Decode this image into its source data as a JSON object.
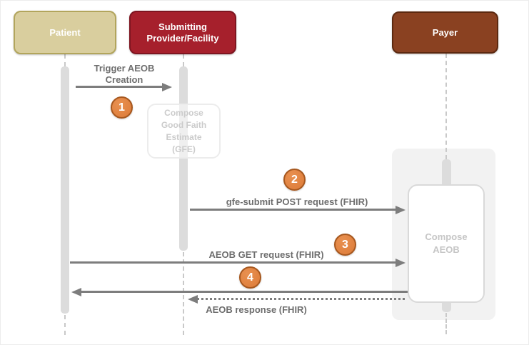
{
  "diagram_type": "sequence",
  "actors": [
    {
      "id": "patient",
      "label": "Patient"
    },
    {
      "id": "provider",
      "label": "Submitting Provider/Facility"
    },
    {
      "id": "payer",
      "label": "Payer"
    }
  ],
  "messages": [
    {
      "step": "1",
      "label": "Trigger AEOB Creation",
      "from": "Patient",
      "to": "Submitting Provider/Facility",
      "line": "solid"
    },
    {
      "step": "2",
      "label": "gfe-submit POST request (FHIR)",
      "from": "Submitting Provider/Facility",
      "to": "Payer",
      "line": "solid"
    },
    {
      "step": "3",
      "label": "AEOB GET request (FHIR)",
      "from": "Patient",
      "to": "Payer",
      "line": "solid"
    },
    {
      "step": "4",
      "label": "AEOB response (FHIR)",
      "from": "Payer",
      "to": "Patient / Submitting Provider/Facility",
      "line": "solid + dotted"
    }
  ],
  "processes": [
    {
      "actor": "Submitting Provider/Facility",
      "label": "Compose Good Faith Estimate (GFE)"
    },
    {
      "actor": "Payer",
      "label": "Compose AEOB"
    }
  ],
  "colors": {
    "patient-fill": "#d9ce9e",
    "patient-border": "#b2a55c",
    "provider-fill": "#a6202c",
    "provider-border": "#7e1520",
    "payer-fill": "#8a4121",
    "payer-border": "#5c2910",
    "arrow": "#7d7d7d",
    "label": "#6e6e6e",
    "step-fill": "#dd7b38",
    "step-border": "#a7581f",
    "bar": "#dcdcdc",
    "lifeline": "#c9c9c9"
  }
}
